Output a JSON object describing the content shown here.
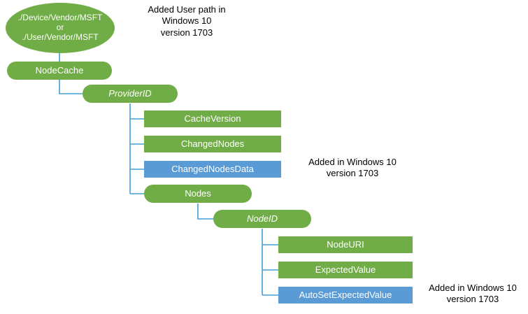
{
  "diagram": {
    "title": "NodeCache CSP node tree",
    "colors": {
      "green": "#70ad47",
      "blue": "#5b9bd5",
      "connector": "#41a0d8",
      "text_on_node": "#ffffff",
      "annotation_text": "#000000",
      "background": "#ffffff"
    },
    "nodes": [
      {
        "id": "root",
        "label": "./Device/Vendor/MSFT\nor\n./User/Vendor/MSFT",
        "shape": "ellipse",
        "color": "green",
        "italic": false
      },
      {
        "id": "nodecache",
        "label": "NodeCache",
        "shape": "rounded",
        "color": "green",
        "italic": false
      },
      {
        "id": "providerid",
        "label": "ProviderID",
        "shape": "rounded",
        "color": "green",
        "italic": true
      },
      {
        "id": "cacheversion",
        "label": "CacheVersion",
        "shape": "rect",
        "color": "green",
        "italic": false
      },
      {
        "id": "changednodes",
        "label": "ChangedNodes",
        "shape": "rect",
        "color": "green",
        "italic": false
      },
      {
        "id": "changednodesdata",
        "label": "ChangedNodesData",
        "shape": "rect",
        "color": "blue",
        "italic": false
      },
      {
        "id": "nodes",
        "label": "Nodes",
        "shape": "rounded",
        "color": "green",
        "italic": false
      },
      {
        "id": "nodeid",
        "label": "NodeID",
        "shape": "rounded",
        "color": "green",
        "italic": true
      },
      {
        "id": "nodeuri",
        "label": "NodeURI",
        "shape": "rect",
        "color": "green",
        "italic": false
      },
      {
        "id": "expectedvalue",
        "label": "ExpectedValue",
        "shape": "rect",
        "color": "green",
        "italic": false
      },
      {
        "id": "autosetexpectedvalue",
        "label": "AutoSetExpectedValue",
        "shape": "rect",
        "color": "blue",
        "italic": false
      }
    ],
    "annotations": [
      {
        "id": "annotation-user-path",
        "text": "Added User path in\nWindows 10\nversion 1703"
      },
      {
        "id": "annotation-changednodesdata",
        "text": "Added in Windows 10\nversion 1703"
      },
      {
        "id": "annotation-autoset",
        "text": "Added in Windows 10\nversion 1703"
      }
    ]
  }
}
